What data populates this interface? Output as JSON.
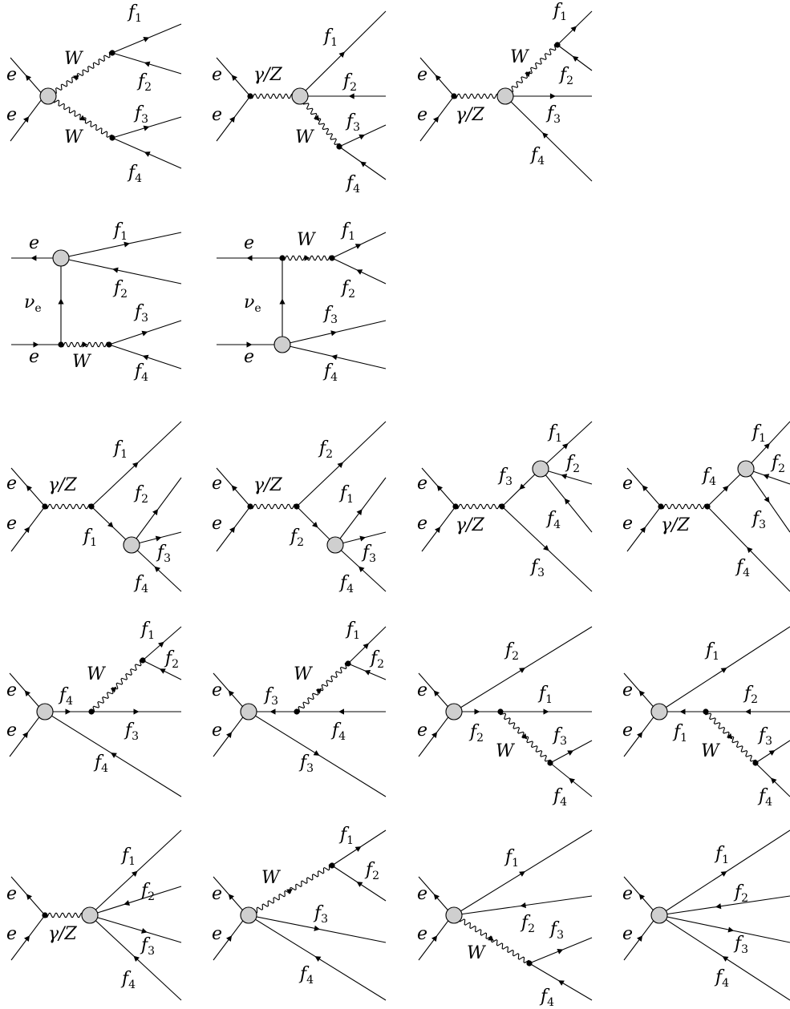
{
  "labels": {
    "e": "e",
    "W": "W",
    "gammaZ": "γ/Z",
    "nu": "ν",
    "nu_sub": "e",
    "f": "f",
    "n1": "1",
    "n2": "2",
    "n3": "3",
    "n4": "4"
  },
  "colors": {
    "blob": "#cfcfcf",
    "ink": "#000000"
  },
  "diagrams": [
    {
      "name": "diagram-1"
    },
    {
      "name": "diagram-2"
    },
    {
      "name": "diagram-3"
    },
    {
      "name": "diagram-4"
    },
    {
      "name": "diagram-5"
    },
    {
      "name": "diagram-6"
    },
    {
      "name": "diagram-7"
    },
    {
      "name": "diagram-8"
    },
    {
      "name": "diagram-9"
    },
    {
      "name": "diagram-10"
    },
    {
      "name": "diagram-11"
    },
    {
      "name": "diagram-12"
    },
    {
      "name": "diagram-13"
    },
    {
      "name": "diagram-14"
    },
    {
      "name": "diagram-15"
    },
    {
      "name": "diagram-16"
    },
    {
      "name": "diagram-17"
    }
  ]
}
